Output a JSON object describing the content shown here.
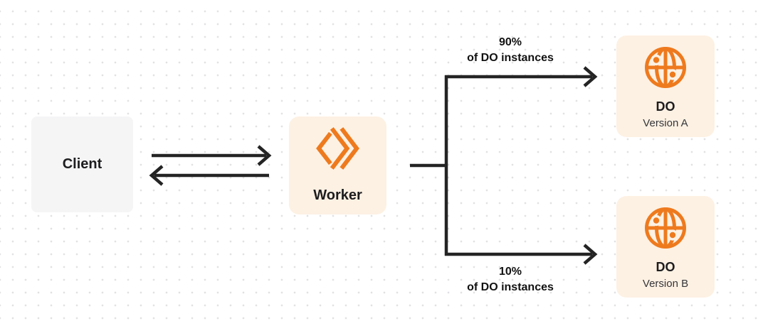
{
  "colors": {
    "orange": "#ee7a1e",
    "cream": "#fdf1e3",
    "client_bg": "#f5f5f6",
    "ink": "#1d1d1f",
    "arrow": "#242424",
    "dot": "#e2e2e4"
  },
  "nodes": {
    "client": {
      "label": "Client"
    },
    "worker": {
      "label": "Worker",
      "icon": "workers-icon"
    },
    "do_a": {
      "title": "DO",
      "subtitle": "Version A",
      "icon": "durable-object-globe-icon"
    },
    "do_b": {
      "title": "DO",
      "subtitle": "Version B",
      "icon": "durable-object-globe-icon"
    }
  },
  "edges": {
    "client_worker": {
      "type": "bidirectional-arrows"
    },
    "split_top": {
      "percent": "90%",
      "caption": "of DO instances"
    },
    "split_bottom": {
      "percent": "10%",
      "caption": "of DO instances"
    }
  }
}
